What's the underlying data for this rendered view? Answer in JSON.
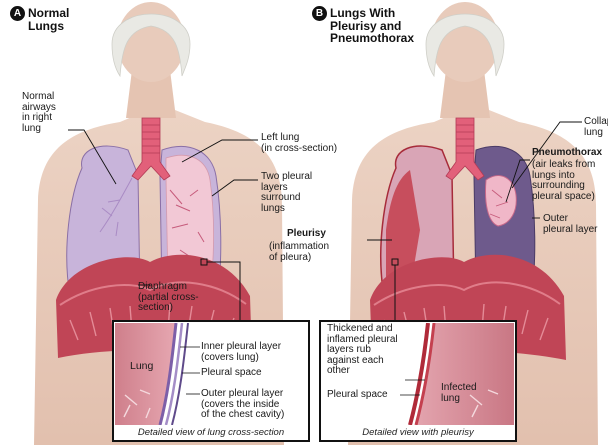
{
  "panel_a": {
    "badge": "A",
    "title": "Normal\nLungs",
    "labels": {
      "normal_airways": "Normal\nairways\nin right\nlung",
      "left_lung": "Left lung\n(in cross-section)",
      "two_pleural_layers": "Two pleural\nlayers\nsurround\nlungs",
      "diaphragm": "Diaphragm\n(partial cross-\nsection)"
    },
    "inset": {
      "lung": "Lung",
      "inner_layer": "Inner pleural layer\n(covers lung)",
      "pleural_space": "Pleural space",
      "outer_layer": "Outer pleural layer\n(covers the inside\nof the chest cavity)",
      "caption": "Detailed view of lung cross-section"
    }
  },
  "panel_b": {
    "badge": "B",
    "title": "Lungs With\nPleurisy and\nPneumothorax",
    "labels": {
      "collapsed_lung": "Collapsed\nlung",
      "pneumothorax_title": "Pneumothorax",
      "pneumothorax_desc": "(air leaks from\nlungs into\nsurrounding\npleural space)",
      "outer_pleural": "Outer\npleural layer",
      "pleurisy_title": "Pleurisy",
      "pleurisy_desc": "(inflammation\nof pleura)"
    },
    "inset": {
      "thickened": "Thickened and\ninflamed pleural\nlayers rub\nagainst each\nother",
      "pleural_space": "Pleural space",
      "infected_lung": "Infected\nlung",
      "caption": "Detailed view with pleurisy"
    }
  },
  "colors": {
    "skin": "#e9cdbd",
    "hair": "#e8e8e4",
    "lung_normal": "#c7b3d9",
    "lung_pink": "#f3c9d6",
    "inflamed": "#c0313f",
    "collapsed": "#6e5a8c",
    "tissue": "#d58b96"
  }
}
